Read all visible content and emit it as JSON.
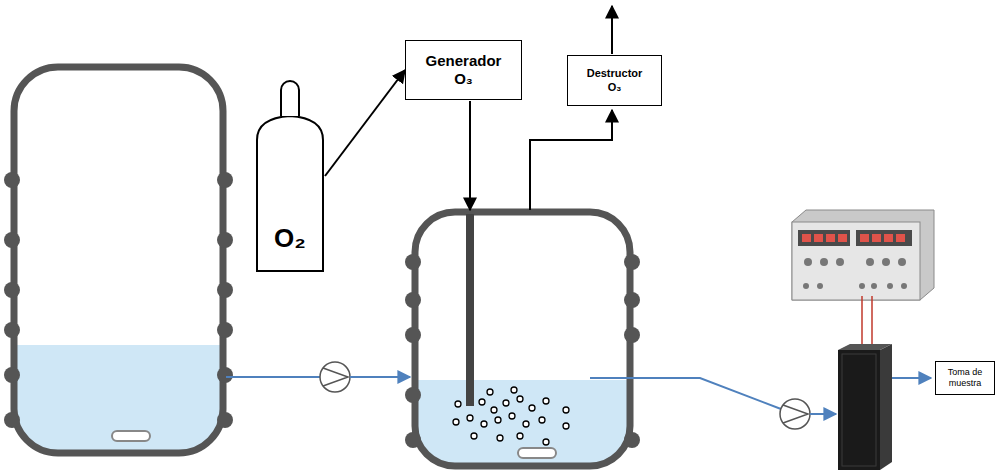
{
  "diagram": {
    "nodes": [
      {
        "text": [
          "O₂"
        ]
      },
      {
        "text": [
          "Generador O₃"
        ]
      },
      {
        "text": [
          "Destructor O₃"
        ]
      },
      {
        "text": [
          "Toma de muestra"
        ]
      }
    ],
    "edges": [
      {
        "from": 0,
        "to": 1,
        "arrow": "to"
      }
    ]
  }
}
